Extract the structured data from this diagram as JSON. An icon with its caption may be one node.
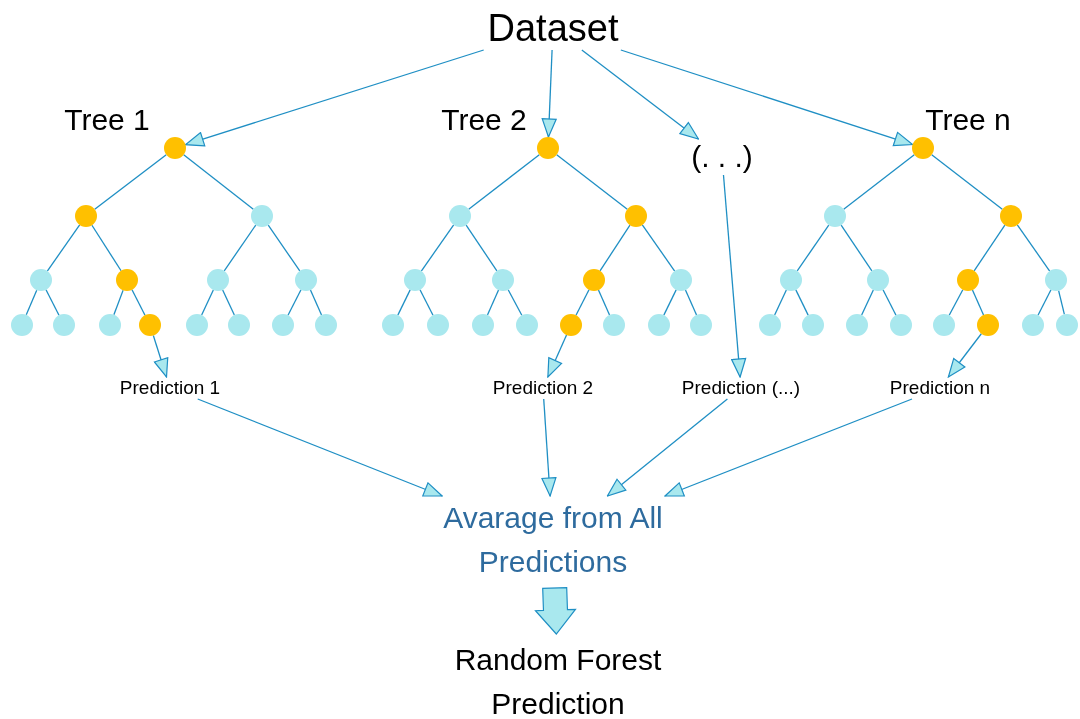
{
  "diagram": {
    "nodes": [
      {
        "text": [
          "Dataset"
        ]
      },
      {
        "text": [],
        "shape": "circle",
        "beside": [
          "Tree 1"
        ]
      },
      {
        "text": [],
        "shape": "circle"
      },
      {
        "text": [],
        "shape": "circle"
      },
      {
        "text": [],
        "shape": "circle"
      },
      {
        "text": [],
        "shape": "circle"
      },
      {
        "text": [],
        "shape": "circle"
      },
      {
        "text": [],
        "shape": "circle"
      },
      {
        "text": [],
        "shape": "circle"
      },
      {
        "text": [],
        "shape": "circle"
      },
      {
        "text": [],
        "shape": "circle"
      },
      {
        "text": [],
        "shape": "circle"
      },
      {
        "text": [],
        "shape": "circle"
      },
      {
        "text": [],
        "shape": "circle"
      },
      {
        "text": [],
        "shape": "circle"
      },
      {
        "text": [],
        "shape": "circle"
      },
      {
        "text": [],
        "shape": "circle",
        "beside": [
          "Tree 2"
        ]
      },
      {
        "text": [],
        "shape": "circle"
      },
      {
        "text": [],
        "shape": "circle"
      },
      {
        "text": [],
        "shape": "circle"
      },
      {
        "text": [],
        "shape": "circle"
      },
      {
        "text": [],
        "shape": "circle"
      },
      {
        "text": [],
        "shape": "circle"
      },
      {
        "text": [],
        "shape": "circle"
      },
      {
        "text": [],
        "shape": "circle"
      },
      {
        "text": [],
        "shape": "circle"
      },
      {
        "text": [],
        "shape": "circle"
      },
      {
        "text": [],
        "shape": "circle"
      },
      {
        "text": [],
        "shape": "circle"
      },
      {
        "text": [],
        "shape": "circle"
      },
      {
        "text": [],
        "shape": "circle"
      },
      {
        "text": [
          "(. . .)"
        ]
      },
      {
        "text": [],
        "shape": "circle",
        "beside": [
          "Tree n"
        ]
      },
      {
        "text": [],
        "shape": "circle"
      },
      {
        "text": [],
        "shape": "circle"
      },
      {
        "text": [],
        "shape": "circle"
      },
      {
        "text": [],
        "shape": "circle"
      },
      {
        "text": [],
        "shape": "circle"
      },
      {
        "text": [],
        "shape": "circle"
      },
      {
        "text": [],
        "shape": "circle"
      },
      {
        "text": [],
        "shape": "circle"
      },
      {
        "text": [],
        "shape": "circle"
      },
      {
        "text": [],
        "shape": "circle"
      },
      {
        "text": [],
        "shape": "circle"
      },
      {
        "text": [],
        "shape": "circle"
      },
      {
        "text": [],
        "shape": "circle"
      },
      {
        "text": [],
        "shape": "circle"
      },
      {
        "text": [
          "Prediction 1"
        ]
      },
      {
        "text": [
          "Prediction 2"
        ]
      },
      {
        "text": [
          "Prediction (...)"
        ]
      },
      {
        "text": [
          "Prediction n"
        ]
      },
      {
        "text": [
          "Avarage from All Predictions"
        ]
      },
      {
        "text": [
          "Random Forest Prediction"
        ]
      }
    ],
    "edges": [
      {
        "from": 0,
        "to": 1,
        "arrow": "to"
      },
      {
        "from": 0,
        "to": 16,
        "arrow": "to"
      },
      {
        "from": 0,
        "to": 31,
        "arrow": "to"
      },
      {
        "from": 0,
        "to": 32,
        "arrow": "to"
      },
      {
        "from": 1,
        "to": 2,
        "arrow": "none"
      },
      {
        "from": 1,
        "to": 3,
        "arrow": "none"
      },
      {
        "from": 2,
        "to": 4,
        "arrow": "none"
      },
      {
        "from": 2,
        "to": 5,
        "arrow": "none"
      },
      {
        "from": 3,
        "to": 6,
        "arrow": "none"
      },
      {
        "from": 3,
        "to": 7,
        "arrow": "none"
      },
      {
        "from": 4,
        "to": 8,
        "arrow": "none"
      },
      {
        "from": 4,
        "to": 9,
        "arrow": "none"
      },
      {
        "from": 5,
        "to": 10,
        "arrow": "none"
      },
      {
        "from": 5,
        "to": 11,
        "arrow": "none"
      },
      {
        "from": 6,
        "to": 12,
        "arrow": "none"
      },
      {
        "from": 6,
        "to": 13,
        "arrow": "none"
      },
      {
        "from": 7,
        "to": 14,
        "arrow": "none"
      },
      {
        "from": 7,
        "to": 15,
        "arrow": "none"
      },
      {
        "from": 16,
        "to": 17,
        "arrow": "none"
      },
      {
        "from": 16,
        "to": 18,
        "arrow": "none"
      },
      {
        "from": 17,
        "to": 19,
        "arrow": "none"
      },
      {
        "from": 17,
        "to": 20,
        "arrow": "none"
      },
      {
        "from": 18,
        "to": 21,
        "arrow": "none"
      },
      {
        "from": 18,
        "to": 22,
        "arrow": "none"
      },
      {
        "from": 19,
        "to": 23,
        "arrow": "none"
      },
      {
        "from": 19,
        "to": 24,
        "arrow": "none"
      },
      {
        "from": 20,
        "to": 25,
        "arrow": "none"
      },
      {
        "from": 20,
        "to": 26,
        "arrow": "none"
      },
      {
        "from": 21,
        "to": 27,
        "arrow": "none"
      },
      {
        "from": 21,
        "to": 28,
        "arrow": "none"
      },
      {
        "from": 22,
        "to": 29,
        "arrow": "none"
      },
      {
        "from": 22,
        "to": 30,
        "arrow": "none"
      },
      {
        "from": 32,
        "to": 33,
        "arrow": "none"
      },
      {
        "from": 32,
        "to": 34,
        "arrow": "none"
      },
      {
        "from": 33,
        "to": 35,
        "arrow": "none"
      },
      {
        "from": 33,
        "to": 36,
        "arrow": "none"
      },
      {
        "from": 34,
        "to": 37,
        "arrow": "none"
      },
      {
        "from": 34,
        "to": 38,
        "arrow": "none"
      },
      {
        "from": 35,
        "to": 39,
        "arrow": "none"
      },
      {
        "from": 35,
        "to": 40,
        "arrow": "none"
      },
      {
        "from": 36,
        "to": 41,
        "arrow": "none"
      },
      {
        "from": 36,
        "to": 42,
        "arrow": "none"
      },
      {
        "from": 37,
        "to": 43,
        "arrow": "none"
      },
      {
        "from": 37,
        "to": 44,
        "arrow": "none"
      },
      {
        "from": 38,
        "to": 45,
        "arrow": "none"
      },
      {
        "from": 38,
        "to": 46,
        "arrow": "none"
      },
      {
        "from": 11,
        "to": 47,
        "arrow": "to"
      },
      {
        "from": 27,
        "to": 48,
        "arrow": "to"
      },
      {
        "from": 31,
        "to": 49,
        "arrow": "to"
      },
      {
        "from": 44,
        "to": 50,
        "arrow": "to"
      },
      {
        "from": 47,
        "to": 51,
        "arrow": "to"
      },
      {
        "from": 48,
        "to": 51,
        "arrow": "to"
      },
      {
        "from": 49,
        "to": 51,
        "arrow": "to"
      },
      {
        "from": 50,
        "to": 51,
        "arrow": "to"
      },
      {
        "from": 51,
        "to": 52,
        "arrow": "to",
        "style": "thick"
      }
    ]
  }
}
